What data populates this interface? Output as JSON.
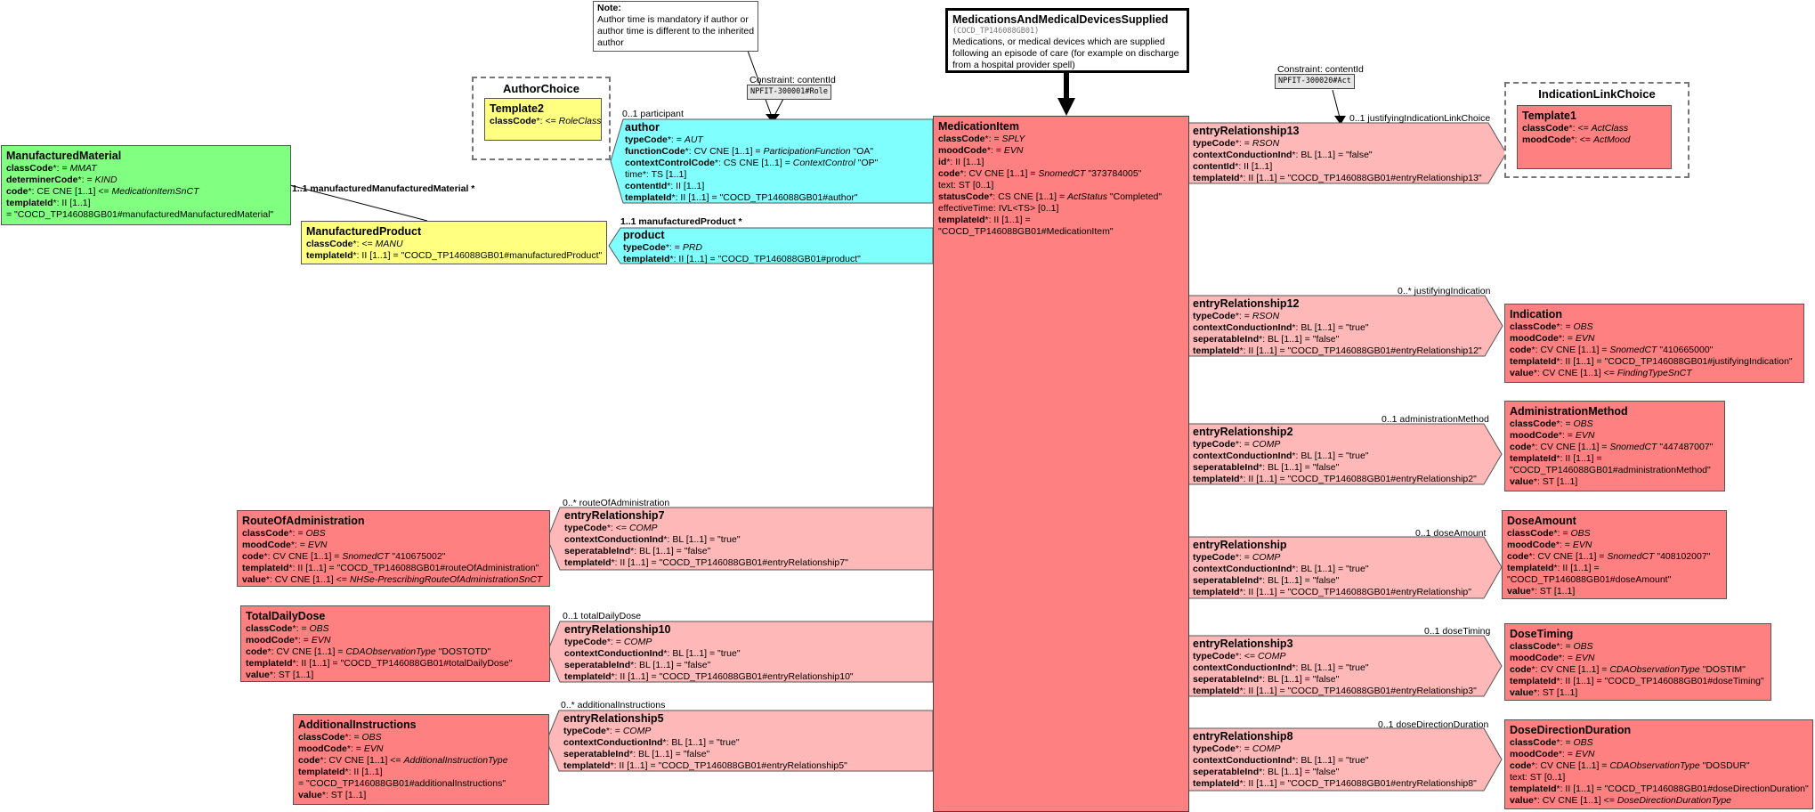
{
  "header": {
    "title": "MedicationsAndMedicalDevicesSupplied",
    "code": "(COCD_TP146088GB01)",
    "description": [
      "Medications, or medical devices which are supplied",
      "following an episode of care (for example on discharge",
      "from a hospital provider spell)"
    ]
  },
  "note": {
    "title": "Note:",
    "lines": [
      "Author time is mandatory if author or",
      "author time is different to the inherited",
      "author"
    ]
  },
  "constraints": {
    "author_label": "Constraint: contentId",
    "author_value": "NPFIT-300001#Role",
    "indication_label": "Constraint: contentId",
    "indication_value": "NPFIT-300020#Act"
  },
  "author_choice": {
    "title": "AuthorChoice",
    "template_title": "Template2",
    "lines": [
      [
        "classCode",
        "*: <= ",
        "RoleClass",
        ""
      ]
    ]
  },
  "indication_choice": {
    "title": "IndicationLinkChoice",
    "template_title": "Template1",
    "lines": [
      [
        "classCode",
        "*: <= ",
        "ActClass",
        ""
      ],
      [
        "moodCode",
        "*: <= ",
        "ActMood",
        ""
      ]
    ]
  },
  "medication_item": {
    "title": "MedicationItem",
    "lines": [
      [
        "classCode",
        "*: = ",
        "SPLY",
        ""
      ],
      [
        "moodCode",
        "*: = ",
        "EVN",
        ""
      ],
      [
        "id",
        "*: II [1..1]",
        "",
        ""
      ],
      [
        "code",
        "*: CV CNE [1..1] = ",
        "SnomedCT",
        " \"373784005\""
      ],
      [
        "",
        "text: ST [0..1]",
        "",
        ""
      ],
      [
        "statusCode",
        "*: CS CNE [1..1] = ",
        "ActStatus",
        " \"Completed\""
      ],
      [
        "",
        "effectiveTime: IVL<TS> [0..1]",
        "",
        ""
      ],
      [
        "templateId",
        "*: II [1..1] =",
        "",
        ""
      ],
      [
        "",
        "\"COCD_TP146088GB01#MedicationItem\"",
        "",
        ""
      ]
    ]
  },
  "author": {
    "title": "author",
    "lines": [
      [
        "typeCode",
        "*: = ",
        "AUT",
        ""
      ],
      [
        "functionCode",
        "*: CV CNE [1..1] = ",
        "ParticipationFunction",
        " \"OA\""
      ],
      [
        "contextControlCode",
        "*: CS CNE [1..1] = ",
        "ContextControl",
        " \"OP\""
      ],
      [
        "",
        "time*: TS [1..1]",
        "",
        ""
      ],
      [
        "contentId",
        "*: II [1..1]",
        "",
        ""
      ],
      [
        "templateId",
        "*: II [1..1] = \"COCD_TP146088GB01#author\"",
        "",
        ""
      ]
    ]
  },
  "product": {
    "title": "product",
    "lines": [
      [
        "typeCode",
        "*: = ",
        "PRD",
        ""
      ],
      [
        "templateId",
        "*: II [1..1] = \"COCD_TP146088GB01#product\"",
        "",
        ""
      ]
    ]
  },
  "manufactured_product": {
    "title": "ManufacturedProduct",
    "lines": [
      [
        "classCode",
        "*: <= ",
        "MANU",
        ""
      ],
      [
        "templateId",
        "*: II [1..1] = \"COCD_TP146088GB01#manufacturedProduct\"",
        "",
        ""
      ]
    ]
  },
  "manufactured_material": {
    "title": "ManufacturedMaterial",
    "lines": [
      [
        "classCode",
        "*: = ",
        "MMAT",
        ""
      ],
      [
        "determinerCode",
        "*: = ",
        "KIND",
        ""
      ],
      [
        "code",
        "*: CE CNE [1..1] <= ",
        "MedicationItemSnCT",
        ""
      ],
      [
        "templateId",
        "*: II [1..1]",
        "",
        ""
      ],
      [
        "",
        " = \"COCD_TP146088GB01#manufacturedManufacturedMaterial\"",
        "",
        ""
      ]
    ]
  },
  "er13": {
    "title": "entryRelationship13",
    "lines": [
      [
        "typeCode",
        "*: = ",
        "RSON",
        ""
      ],
      [
        "contextConductionInd",
        "*: BL [1..1] = \"false\"",
        "",
        ""
      ],
      [
        "contentId",
        "*: II [1..1]",
        "",
        ""
      ],
      [
        "templateId",
        "*: II [1..1] = \"COCD_TP146088GB01#entryRelationship13\"",
        "",
        ""
      ]
    ]
  },
  "er12": {
    "title": "entryRelationship12",
    "lines": [
      [
        "typeCode",
        "*: = ",
        "RSON",
        ""
      ],
      [
        "contextConductionInd",
        "*: BL [1..1] = \"true\"",
        "",
        ""
      ],
      [
        "seperatableInd",
        "*: BL [1..1] = \"false\"",
        "",
        ""
      ],
      [
        "templateId",
        "*: II [1..1] = \"COCD_TP146088GB01#entryRelationship12\"",
        "",
        ""
      ]
    ]
  },
  "er2": {
    "title": "entryRelationship2",
    "lines": [
      [
        "typeCode",
        "*: = ",
        "COMP",
        ""
      ],
      [
        "contextConductionInd",
        "*: BL [1..1] = \"true\"",
        "",
        ""
      ],
      [
        "seperatableInd",
        "*: BL [1..1] = \"false\"",
        "",
        ""
      ],
      [
        "templateId",
        "*: II [1..1] = \"COCD_TP146088GB01#entryRelationship2\"",
        "",
        ""
      ]
    ]
  },
  "er": {
    "title": "entryRelationship",
    "lines": [
      [
        "typeCode",
        "*: = ",
        "COMP",
        ""
      ],
      [
        "contextConductionInd",
        "*: BL [1..1] = \"true\"",
        "",
        ""
      ],
      [
        "seperatableInd",
        "*: BL [1..1] = \"false\"",
        "",
        ""
      ],
      [
        "templateId",
        "*: II [1..1] = \"COCD_TP146088GB01#entryRelationship\"",
        "",
        ""
      ]
    ]
  },
  "er3": {
    "title": "entryRelationship3",
    "lines": [
      [
        "typeCode",
        "*: <= ",
        "COMP",
        ""
      ],
      [
        "contextConductionInd",
        "*: BL [1..1] = \"true\"",
        "",
        ""
      ],
      [
        "seperatableInd",
        "*: BL [1..1] = \"false\"",
        "",
        ""
      ],
      [
        "templateId",
        "*: II [1..1] = \"COCD_TP146088GB01#entryRelationship3\"",
        "",
        ""
      ]
    ]
  },
  "er8": {
    "title": "entryRelationship8",
    "lines": [
      [
        "typeCode",
        "*: = ",
        "COMP",
        ""
      ],
      [
        "contextConductionInd",
        "*: BL [1..1] = \"true\"",
        "",
        ""
      ],
      [
        "seperatableInd",
        "*: BL [1..1] = \"false\"",
        "",
        ""
      ],
      [
        "templateId",
        "*: II [1..1] = \"COCD_TP146088GB01#entryRelationship8\"",
        "",
        ""
      ]
    ]
  },
  "er7": {
    "title": "entryRelationship7",
    "lines": [
      [
        "typeCode",
        "*: <= ",
        "COMP",
        ""
      ],
      [
        "contextConductionInd",
        "*: BL [1..1] = \"true\"",
        "",
        ""
      ],
      [
        "seperatableInd",
        "*: BL [1..1] = \"false\"",
        "",
        ""
      ],
      [
        "templateId",
        "*: II [1..1] = \"COCD_TP146088GB01#entryRelationship7\"",
        "",
        ""
      ]
    ]
  },
  "er10": {
    "title": "entryRelationship10",
    "lines": [
      [
        "typeCode",
        "*: = ",
        "COMP",
        ""
      ],
      [
        "contextConductionInd",
        "*: BL [1..1] = \"true\"",
        "",
        ""
      ],
      [
        "seperatableInd",
        "*: BL [1..1] = \"false\"",
        "",
        ""
      ],
      [
        "templateId",
        "*: II [1..1] = \"COCD_TP146088GB01#entryRelationship10\"",
        "",
        ""
      ]
    ]
  },
  "er5": {
    "title": "entryRelationship5",
    "lines": [
      [
        "typeCode",
        "*: = ",
        "COMP",
        ""
      ],
      [
        "contextConductionInd",
        "*: BL [1..1] = \"true\"",
        "",
        ""
      ],
      [
        "seperatableInd",
        "*: BL [1..1] = \"false\"",
        "",
        ""
      ],
      [
        "templateId",
        "*: II [1..1] = \"COCD_TP146088GB01#entryRelationship5\"",
        "",
        ""
      ]
    ]
  },
  "indication": {
    "title": "Indication",
    "lines": [
      [
        "classCode",
        "*: = ",
        "OBS",
        ""
      ],
      [
        "moodCode",
        "*: = ",
        "EVN",
        ""
      ],
      [
        "code",
        "*: CV CNE [1..1] = ",
        "SnomedCT",
        " \"410665000\""
      ],
      [
        "templateId",
        "*: II [1..1] = \"COCD_TP146088GB01#justifyingIndication\"",
        "",
        ""
      ],
      [
        "value",
        "*: CV CNE [1..1] <= ",
        "FindingTypeSnCT",
        ""
      ]
    ]
  },
  "administration_method": {
    "title": "AdministrationMethod",
    "lines": [
      [
        "classCode",
        "*: = ",
        "OBS",
        ""
      ],
      [
        "moodCode",
        "*: = ",
        "EVN",
        ""
      ],
      [
        "code",
        "*: CV CNE [1..1] = ",
        "SnomedCT",
        " \"447487007\""
      ],
      [
        "templateId",
        "*: II [1..1] =",
        "",
        ""
      ],
      [
        "",
        "\"COCD_TP146088GB01#administrationMethod\"",
        "",
        ""
      ],
      [
        "value",
        "*: ST [1..1]",
        "",
        ""
      ]
    ]
  },
  "dose_amount": {
    "title": "DoseAmount",
    "lines": [
      [
        "classCode",
        "*: = ",
        "OBS",
        ""
      ],
      [
        "moodCode",
        "*: = ",
        "EVN",
        ""
      ],
      [
        "code",
        "*: CV CNE [1..1] = ",
        "SnomedCT",
        " \"408102007\""
      ],
      [
        "templateId",
        "*: II [1..1] =",
        "",
        ""
      ],
      [
        "",
        "\"COCD_TP146088GB01#doseAmount\"",
        "",
        ""
      ],
      [
        "value",
        "*: ST [1..1]",
        "",
        ""
      ]
    ]
  },
  "dose_timing": {
    "title": "DoseTiming",
    "lines": [
      [
        "classCode",
        "*: = ",
        "OBS",
        ""
      ],
      [
        "moodCode",
        "*: = ",
        "EVN",
        ""
      ],
      [
        "code",
        "*: CV CNE [1..1] = ",
        "CDAObservationType",
        " \"DOSTIM\""
      ],
      [
        "templateId",
        "*: II [1..1] = \"COCD_TP146088GB01#doseTiming\"",
        "",
        ""
      ],
      [
        "value",
        "*: ST [1..1]",
        "",
        ""
      ]
    ]
  },
  "dose_direction_duration": {
    "title": "DoseDirectionDuration",
    "lines": [
      [
        "classCode",
        "*: = ",
        "OBS",
        ""
      ],
      [
        "moodCode",
        "*: = ",
        "EVN",
        ""
      ],
      [
        "code",
        "*: CV CNE [1..1] = ",
        "CDAObservationType",
        " \"DOSDUR\""
      ],
      [
        "",
        "text: ST [0..1]",
        "",
        ""
      ],
      [
        "templateId",
        "*: II [1..1] = \"COCD_TP146088GB01#doseDirectionDuration\"",
        "",
        ""
      ],
      [
        "value",
        "*: CV CNE [1..1] <= ",
        "DoseDirectionDurationType",
        ""
      ]
    ]
  },
  "route_of_administration": {
    "title": "RouteOfAdministration",
    "lines": [
      [
        "classCode",
        "*: = ",
        "OBS",
        ""
      ],
      [
        "moodCode",
        "*: = ",
        "EVN",
        ""
      ],
      [
        "code",
        "*: CV CNE [1..1] = ",
        "SnomedCT",
        " \"410675002\""
      ],
      [
        "templateId",
        "*: II [1..1] = \"COCD_TP146088GB01#routeOfAdministration\"",
        "",
        ""
      ],
      [
        "value",
        "*: CV CNE [1..1] <= ",
        "NHSe-PrescribingRouteOfAdministrationSnCT",
        ""
      ]
    ]
  },
  "total_daily_dose": {
    "title": "TotalDailyDose",
    "lines": [
      [
        "classCode",
        "*: = ",
        "OBS",
        ""
      ],
      [
        "moodCode",
        "*: = ",
        "EVN",
        ""
      ],
      [
        "code",
        "*: CV CNE [1..1] = ",
        "CDAObservationType",
        " \"DOSTOTD\""
      ],
      [
        "templateId",
        "*: II [1..1] = \"COCD_TP146088GB01#totalDailyDose\"",
        "",
        ""
      ],
      [
        "value",
        "*: ST [1..1]",
        "",
        ""
      ]
    ]
  },
  "additional_instructions": {
    "title": "AdditionalInstructions",
    "lines": [
      [
        "classCode",
        "*: = ",
        "OBS",
        ""
      ],
      [
        "moodCode",
        "*: = ",
        "EVN",
        ""
      ],
      [
        "code",
        "*: CV CNE [1..1] <= ",
        "AdditionalInstructionType",
        ""
      ],
      [
        "templateId",
        "*: II [1..1]",
        "",
        ""
      ],
      [
        "",
        " = \"COCD_TP146088GB01#additionalInstructions\"",
        "",
        ""
      ],
      [
        "value",
        "*: ST [1..1]",
        "",
        ""
      ]
    ]
  },
  "labels": {
    "participant": "0..1 participant",
    "manufactured_product": "1..1 manufacturedProduct  *",
    "manufactured_material": "1..1 manufacturedManufacturedMaterial  *",
    "justifying_indication_link": "0..1 justifyingIndicationLinkChoice",
    "justifying_indication": "0..* justifyingIndication",
    "administration_method": "0..1 administrationMethod",
    "dose_amount": "0..1 doseAmount",
    "dose_timing": "0..1 doseTiming",
    "dose_direction_duration": "0..1 doseDirectionDuration",
    "route_of_administration": "0..* routeOfAdministration",
    "total_daily_dose": "0..1 totalDailyDose",
    "additional_instructions": "0..* additionalInstructions"
  },
  "colors": {
    "act": "#ff8080",
    "act_relationship": "#ffb8b8",
    "participation": "#80ffff",
    "role": "#ffff80",
    "entity": "#80ff80"
  }
}
